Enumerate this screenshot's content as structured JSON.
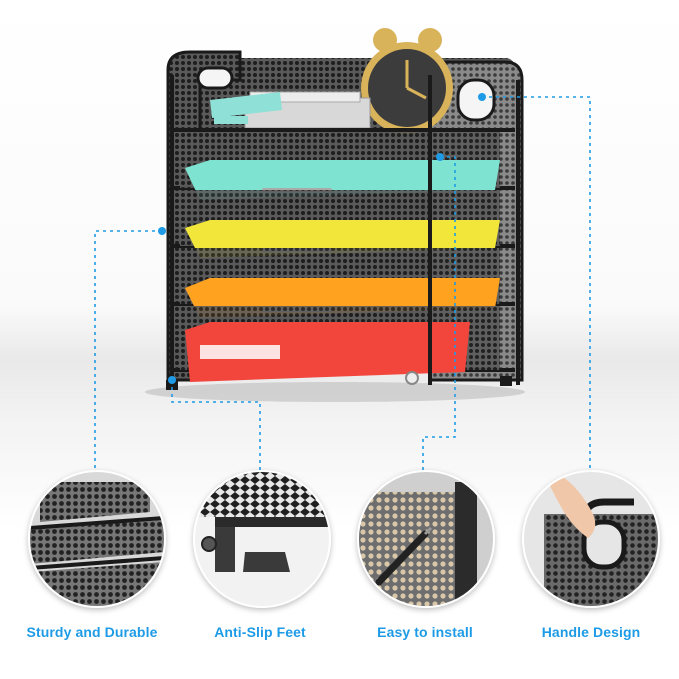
{
  "features": [
    {
      "label": "Sturdy and Durable",
      "icon": "mesh-corner-closeup"
    },
    {
      "label": "Anti-Slip Feet",
      "icon": "foot-closeup"
    },
    {
      "label": "Easy to install",
      "icon": "screwdriver-closeup"
    },
    {
      "label": "Handle Design",
      "icon": "hand-handle-closeup"
    }
  ],
  "colors": {
    "accent": "#1e9be6",
    "frame": "#2b2b2b",
    "tray_teal": "#7fe3d2",
    "tray_yellow": "#f2e63a",
    "tray_orange": "#ffa21f",
    "tray_red": "#f2453b",
    "clock_gold": "#d9b35a"
  }
}
